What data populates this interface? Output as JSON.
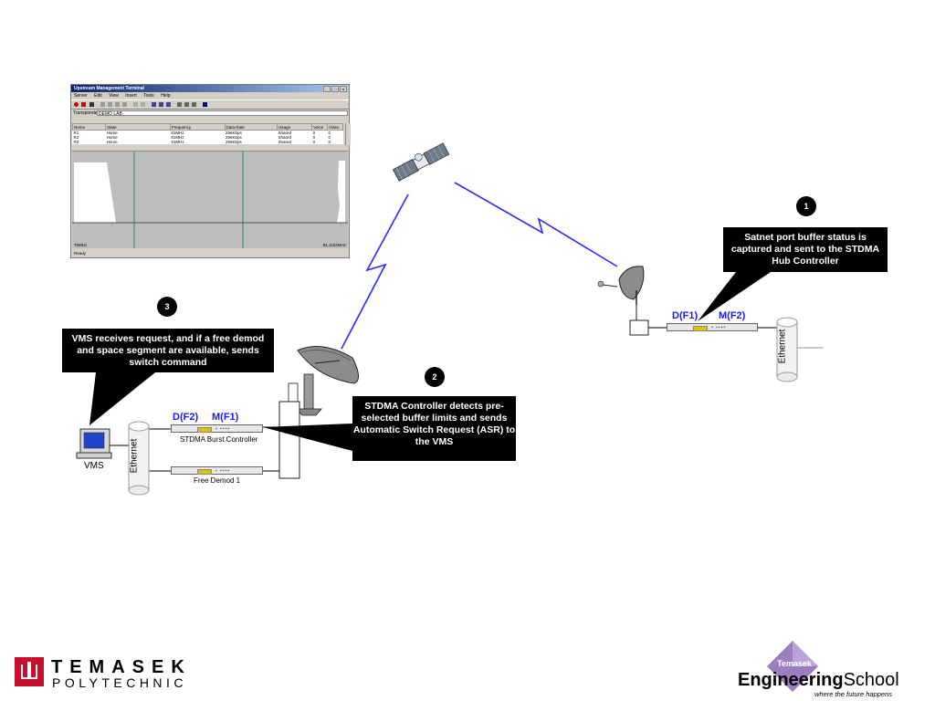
{
  "window": {
    "title": "Upstream Management Terminal",
    "controls": [
      "_",
      "□",
      "x"
    ],
    "menu": [
      "Server",
      "Edit",
      "View",
      "Insert",
      "Tools",
      "Help"
    ],
    "transponder_label": "Transponder",
    "transponder_value": "DEMO LAB",
    "columns": [
      "Name",
      "State",
      "Frequency",
      "Data Rate",
      "Usage",
      "Voice",
      "Video"
    ],
    "rows": [
      [
        "R1",
        "Home",
        "81MHz",
        "256Kbps",
        "Shared",
        "0",
        "0"
      ],
      [
        "R2",
        "Home",
        "81MHz",
        "256Kbps",
        "Shared",
        "0",
        "0"
      ],
      [
        "R3",
        "Home",
        "81MHz",
        "256Kbps",
        "Shared",
        "0",
        "0"
      ]
    ],
    "freq_left": "75MHz",
    "freq_right": "81.1152MHz",
    "status": "Ready"
  },
  "callouts": {
    "c1": {
      "number": "1",
      "text": "Satnet port buffer status is captured and sent to the STDMA Hub Controller"
    },
    "c2": {
      "number": "2",
      "text": "STDMA Controller detects pre-selected buffer limits and sends Automatic Switch Request (ASR) to the VMS"
    },
    "c3": {
      "number": "3",
      "text": "VMS receives request, and if a free demod and space segment are available, sends switch command"
    }
  },
  "hub": {
    "d_label": "D(F2)",
    "m_label": "M(F1)",
    "burst_controller": "STDMA Burst Controller",
    "free_demod": "Free Demod 1",
    "ethernet": "Ethernet",
    "vms": "VMS"
  },
  "remote": {
    "d_label": "D(F1)",
    "m_label": "M(F2)",
    "ethernet": "Ethernet"
  },
  "logos": {
    "temasek_line1": "TEMASEK",
    "temasek_line2": "POLYTECHNIC",
    "es_badge": "Temasek",
    "es_engineering": "Engineering",
    "es_school": "School",
    "es_tagline": "where the future happens"
  },
  "colors": {
    "accent_blue": "#1a1aff",
    "link_blue": "#2a2aff",
    "logo_red": "#c8102e",
    "logo_purple": "#9b7fc0"
  }
}
